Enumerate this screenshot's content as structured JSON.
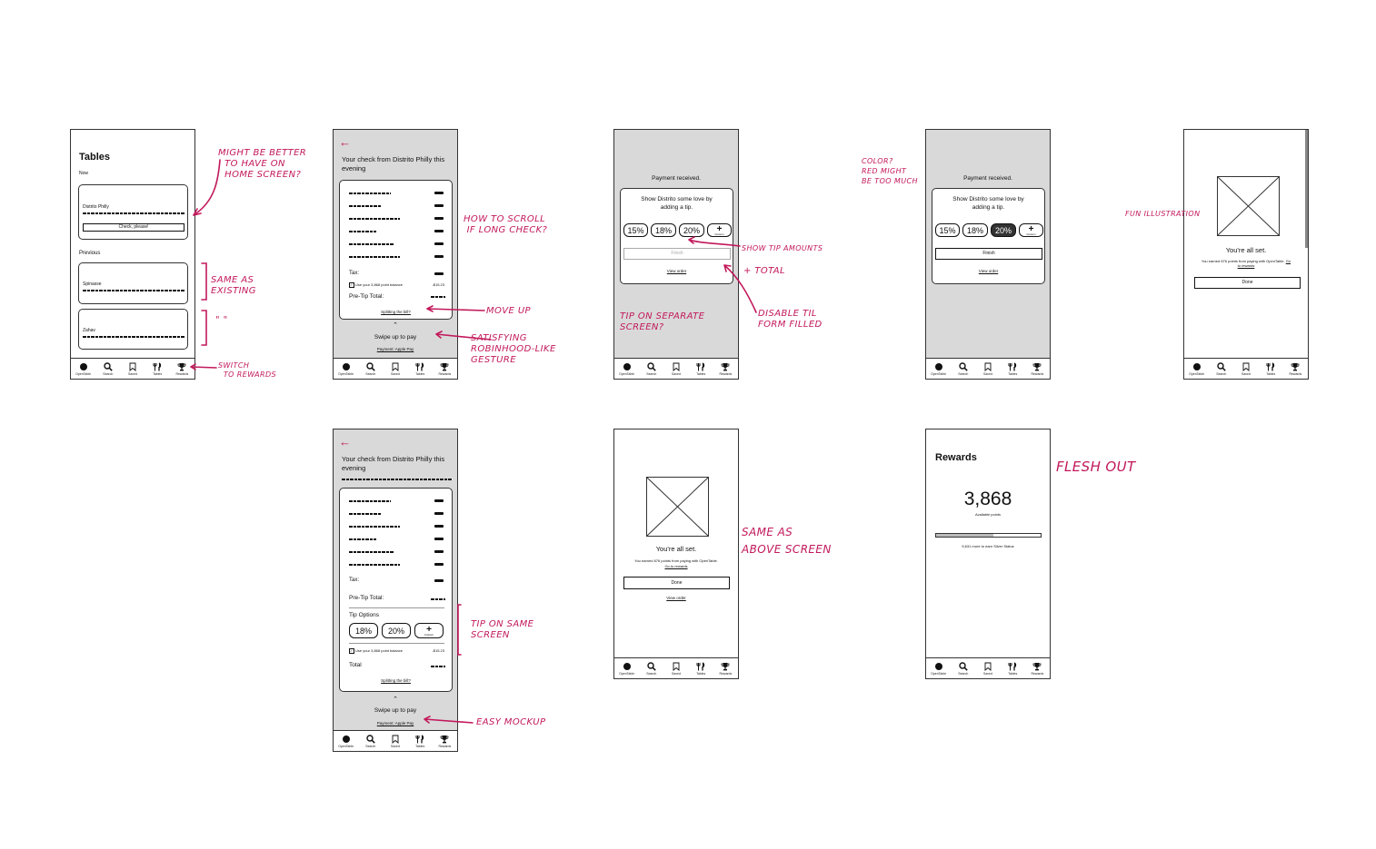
{
  "tabbar": [
    {
      "label": "OpenTable",
      "icon": "dot-icon"
    },
    {
      "label": "Search",
      "icon": "search-icon"
    },
    {
      "label": "Saved",
      "icon": "bookmark-icon"
    },
    {
      "label": "Tables",
      "icon": "fork-knife-icon"
    },
    {
      "label": "Rewards",
      "icon": "trophy-icon"
    }
  ],
  "screen1": {
    "title": "Tables",
    "now": "Now",
    "now_card_name": "Distrito Philly",
    "now_card_button": "Check, please!",
    "previous": "Previous",
    "prev1": "Spinasse",
    "prev2": "Zahav"
  },
  "screen2": {
    "back": "←",
    "heading": "Your check from Distrito Philly this evening",
    "tax": "Tax:",
    "points_balance": "Use your 3,868 point balance",
    "points_amount": "-$15.23",
    "pre_tip": "Pre-Tip Total:",
    "split": "Splitting the bill?",
    "chevron": "⌃",
    "swipe": "Swipe up to pay",
    "payment": "Payment: Apple Pay"
  },
  "screen3": {
    "payment_received": "Payment received.",
    "love": "Show Distrito some love by adding a tip.",
    "tips": [
      "15%",
      "18%",
      "20%"
    ],
    "custom": "Custom",
    "finish": "Finish",
    "view_order": "View order"
  },
  "screen4": {
    "payment_received": "Payment received.",
    "love": "Show Distrito some love by adding a tip.",
    "tips": [
      "15%",
      "18%",
      "20%"
    ],
    "custom": "Custom",
    "finish": "Finish",
    "view_order": "View order"
  },
  "screen5": {
    "all_set": "You're all set.",
    "earned": "You earned 676 points from paying with OpenTable.",
    "go_rewards": "Go to rewards",
    "done": "Done"
  },
  "screen6": {
    "back": "←",
    "heading": "Your check from Distrito Philly this evening",
    "tax": "Tax:",
    "pre_tip": "Pre-Tip Total:",
    "tip_options": "Tip Options",
    "tips": [
      "18%",
      "20%"
    ],
    "custom": "Custom",
    "points_balance": "Use your 3,868 point balance",
    "points_amount": "-$15.23",
    "total": "Total",
    "split": "Splitting the bill?",
    "chevron": "⌃",
    "swipe": "Swipe up to pay",
    "payment": "Payment: Apple Pay"
  },
  "screen7": {
    "all_set": "You're all set.",
    "earned": "You earned 676 points from paying with OpenTable.",
    "go_rewards": "Go to rewards",
    "done": "Done",
    "view_order": "View order"
  },
  "screen8": {
    "title": "Rewards",
    "points": "3,868",
    "available": "Available points",
    "progress": 0.55,
    "more": "5,631 more to earn Silver Status"
  },
  "notes": {
    "n1": "Might be better\n  to have on\n  home screen?",
    "n2": "Same as\nexisting",
    "n3": "\" \"",
    "n4": "Switch\n  to rewards",
    "n5": "How to scroll\n if long check?",
    "n6": "Move up",
    "n7": "Satisfying\nRobinhood-like\ngesture",
    "n8": "Show tip amounts",
    "n9": "+ Total",
    "n10": "Tip on separate\nscreen?",
    "n11": "Disable til\nform filled",
    "n12": "Color?\nRed might\nbe too much",
    "n13": "Fun illustration",
    "n14": "Tip on same\nscreen",
    "n15": "Easy mockup",
    "n16": "Same as\nabove screen",
    "n17": "Flesh out"
  },
  "colors": {
    "annotation": "#c2185b",
    "selected_tip": "#333333",
    "screen_gray": "#d9d9d9"
  }
}
